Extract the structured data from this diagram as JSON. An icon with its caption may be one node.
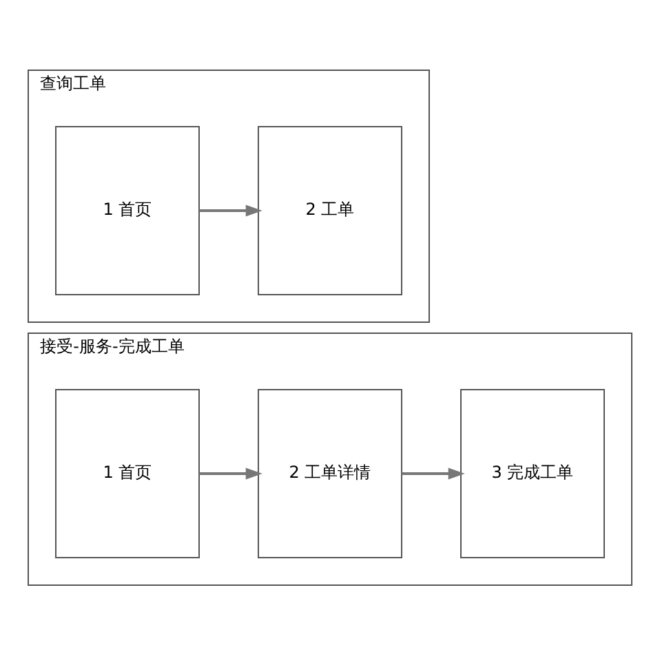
{
  "diagram": {
    "nodes": [
      {
        "text": [
          "接受-服务-完成工单"
        ]
      },
      {
        "text": [
          "1 首页"
        ],
        "in": 0
      },
      {
        "text": [
          "2 工单详情"
        ],
        "in": 0
      },
      {
        "text": [
          "3 完成工单"
        ],
        "in": 0
      },
      {
        "text": [
          "查询工单"
        ]
      },
      {
        "text": [
          "1 首页"
        ],
        "in": 4
      },
      {
        "text": [
          "2 工单"
        ],
        "in": 4
      }
    ],
    "edges": [
      {
        "from": 1,
        "to": 2,
        "arrow": "to"
      },
      {
        "from": 2,
        "to": 3,
        "arrow": "to"
      },
      {
        "from": 5,
        "to": 6,
        "arrow": "to"
      }
    ]
  }
}
